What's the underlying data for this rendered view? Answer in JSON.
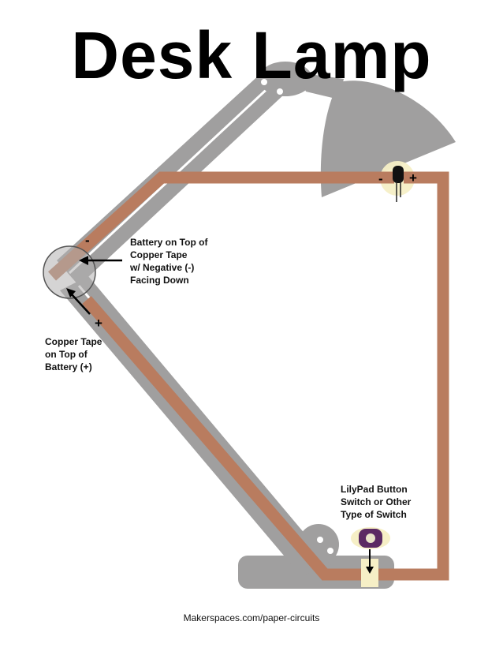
{
  "title": "Desk Lamp",
  "labels": {
    "battery_note": "Battery on Top of\nCopper Tape\nw/ Negative (-)\nFacing Down",
    "copper_note": "Copper Tape\non Top of\nBattery (+)",
    "switch_note": "LilyPad Button\nSwitch or Other\nType of Switch"
  },
  "signs": {
    "battery_negative": "-",
    "battery_positive": "+",
    "led_negative": "-",
    "led_positive": "+"
  },
  "footer": "Makerspaces.com/paper-circuits",
  "colors": {
    "lamp_gray": "#a09f9f",
    "copper": "#b97c5f",
    "led_glow": "#f6efc6",
    "switch_purple": "#5b2a63",
    "battery_fill": "#b2b1b1"
  }
}
